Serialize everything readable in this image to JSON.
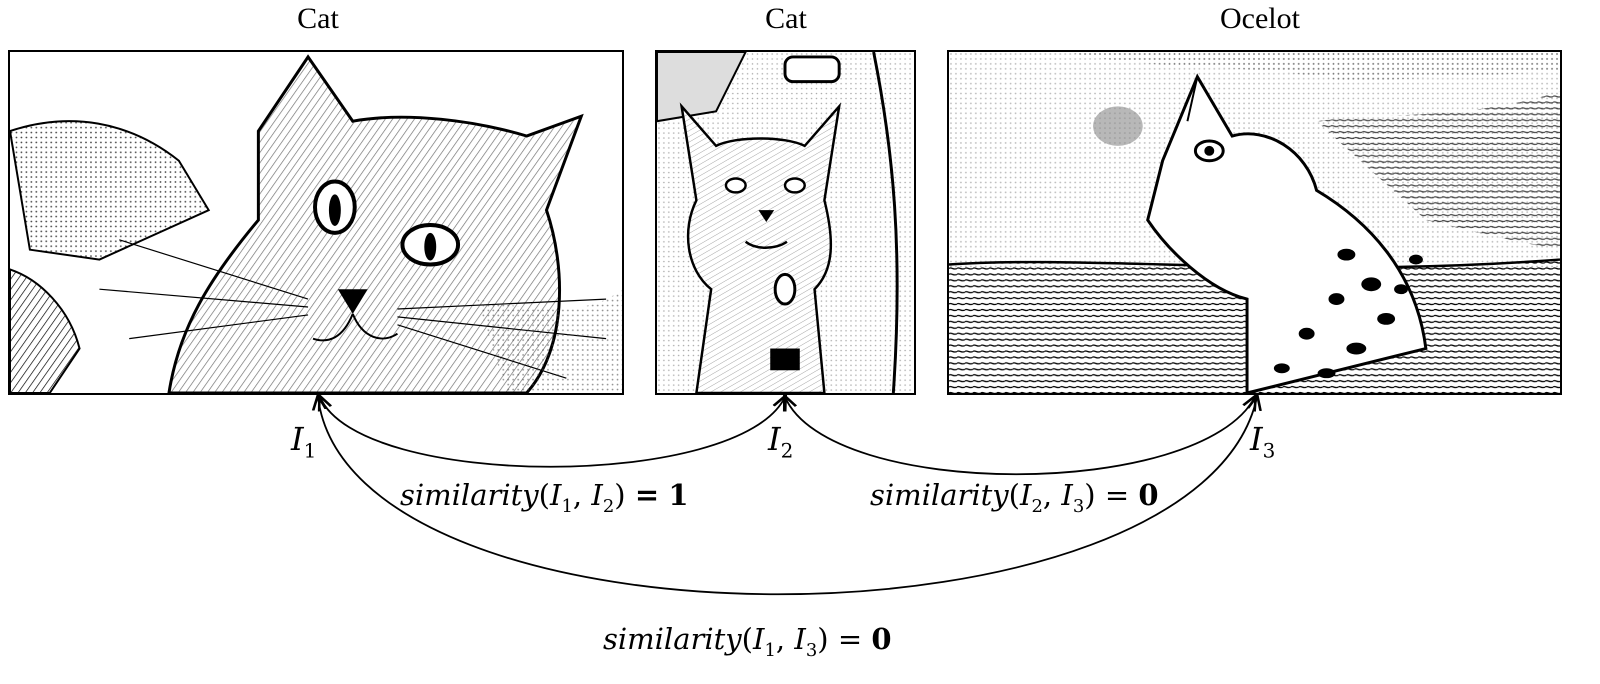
{
  "images": [
    {
      "title": "Cat",
      "label_letter": "I",
      "label_index": "1"
    },
    {
      "title": "Cat",
      "label_letter": "I",
      "label_index": "2"
    },
    {
      "title": "Ocelot",
      "label_letter": "I",
      "label_index": "3"
    }
  ],
  "similarities": [
    {
      "fn": "similarity",
      "a_letter": "I",
      "a_index": "1",
      "b_letter": "I",
      "b_index": "2",
      "equals": "=",
      "value": "1"
    },
    {
      "fn": "similarity",
      "a_letter": "I",
      "a_index": "2",
      "b_letter": "I",
      "b_index": "3",
      "equals": "=",
      "value": "0"
    },
    {
      "fn": "similarity",
      "a_letter": "I",
      "a_index": "1",
      "b_letter": "I",
      "b_index": "3",
      "equals": "=",
      "value": "0"
    }
  ]
}
